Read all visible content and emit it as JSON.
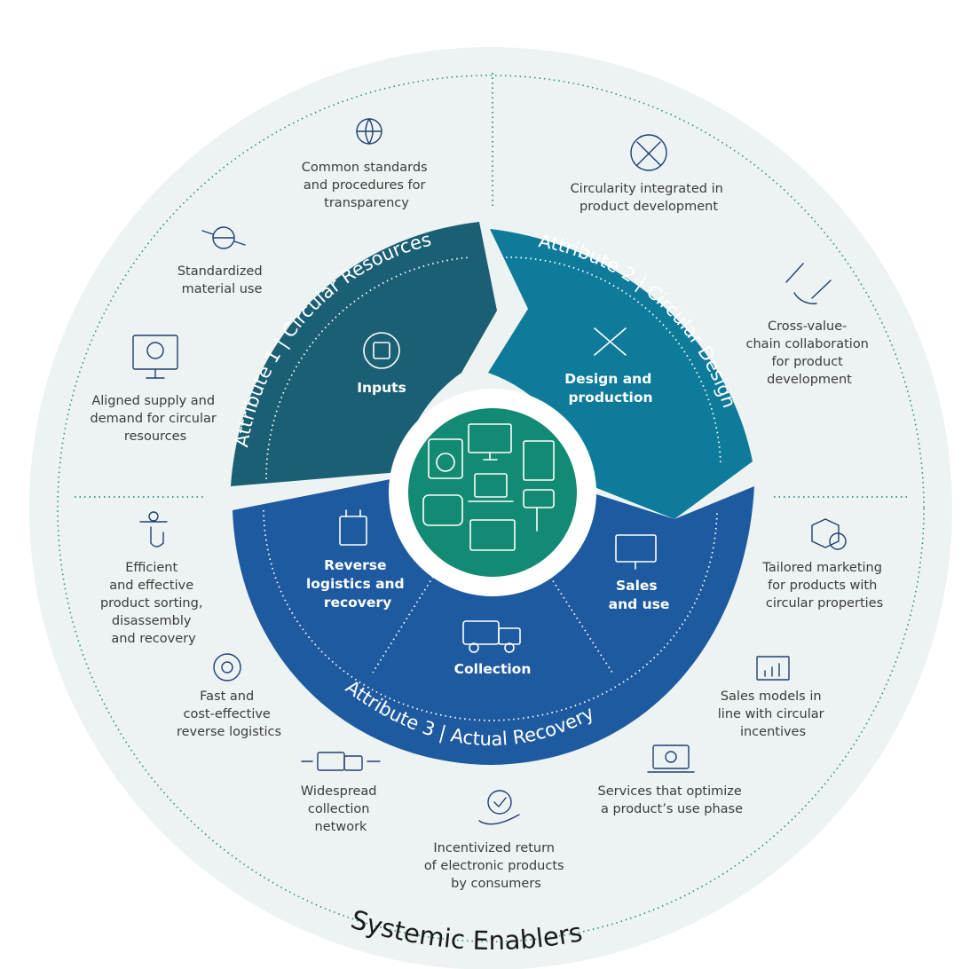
{
  "diagram": {
    "segments": {
      "inputs": "Inputs",
      "design_production": [
        "Design and",
        "production"
      ],
      "reverse_logistics": [
        "Reverse",
        "logistics and",
        "recovery"
      ],
      "collection": "Collection",
      "sales_use": [
        "Sales",
        "and use"
      ]
    },
    "attributes": {
      "attribute_1": "Attribute 1 | Circular Resources",
      "attribute_2": "Attribute 2 | Circular Design",
      "attribute_3": "Attribute 3 | Actual Recovery"
    },
    "systemic_enablers_label": "Systemic Enablers",
    "enablers": {
      "common_standards": [
        "Common standards",
        "and procedures for",
        "transparency"
      ],
      "standardized_material": [
        "Standardized",
        "material use"
      ],
      "aligned_supply": [
        "Aligned supply and",
        "demand for circular",
        "resources"
      ],
      "circularity_integrated": [
        "Circularity integrated in",
        "product development"
      ],
      "cross_value_chain": [
        "Cross-value-",
        "chain collaboration",
        "for product",
        "development"
      ],
      "efficient_sorting": [
        "Efficient",
        "and effective",
        "product sorting,",
        "disassembly",
        "and recovery"
      ],
      "fast_reverse": [
        "Fast and",
        "cost-effective",
        "reverse logistics"
      ],
      "widespread_collection": [
        "Widespread",
        "collection",
        "network"
      ],
      "incentivized_return": [
        "Incentivized return",
        "of electronic products",
        "by consumers"
      ],
      "services_optimize": [
        "Services that optimize",
        "a product’s use phase"
      ],
      "sales_models": [
        "Sales models in",
        "line with circular",
        "incentives"
      ],
      "tailored_marketing": [
        "Tailored marketing",
        "for products with",
        "circular properties"
      ]
    },
    "colors": {
      "outer_ring": "#edf3f2",
      "attribute_1": "#1a5f73",
      "attribute_2": "#0f7b9a",
      "attribute_3": "#1e5aa0",
      "center": "#138a73",
      "icon": "#1e3f73"
    }
  }
}
